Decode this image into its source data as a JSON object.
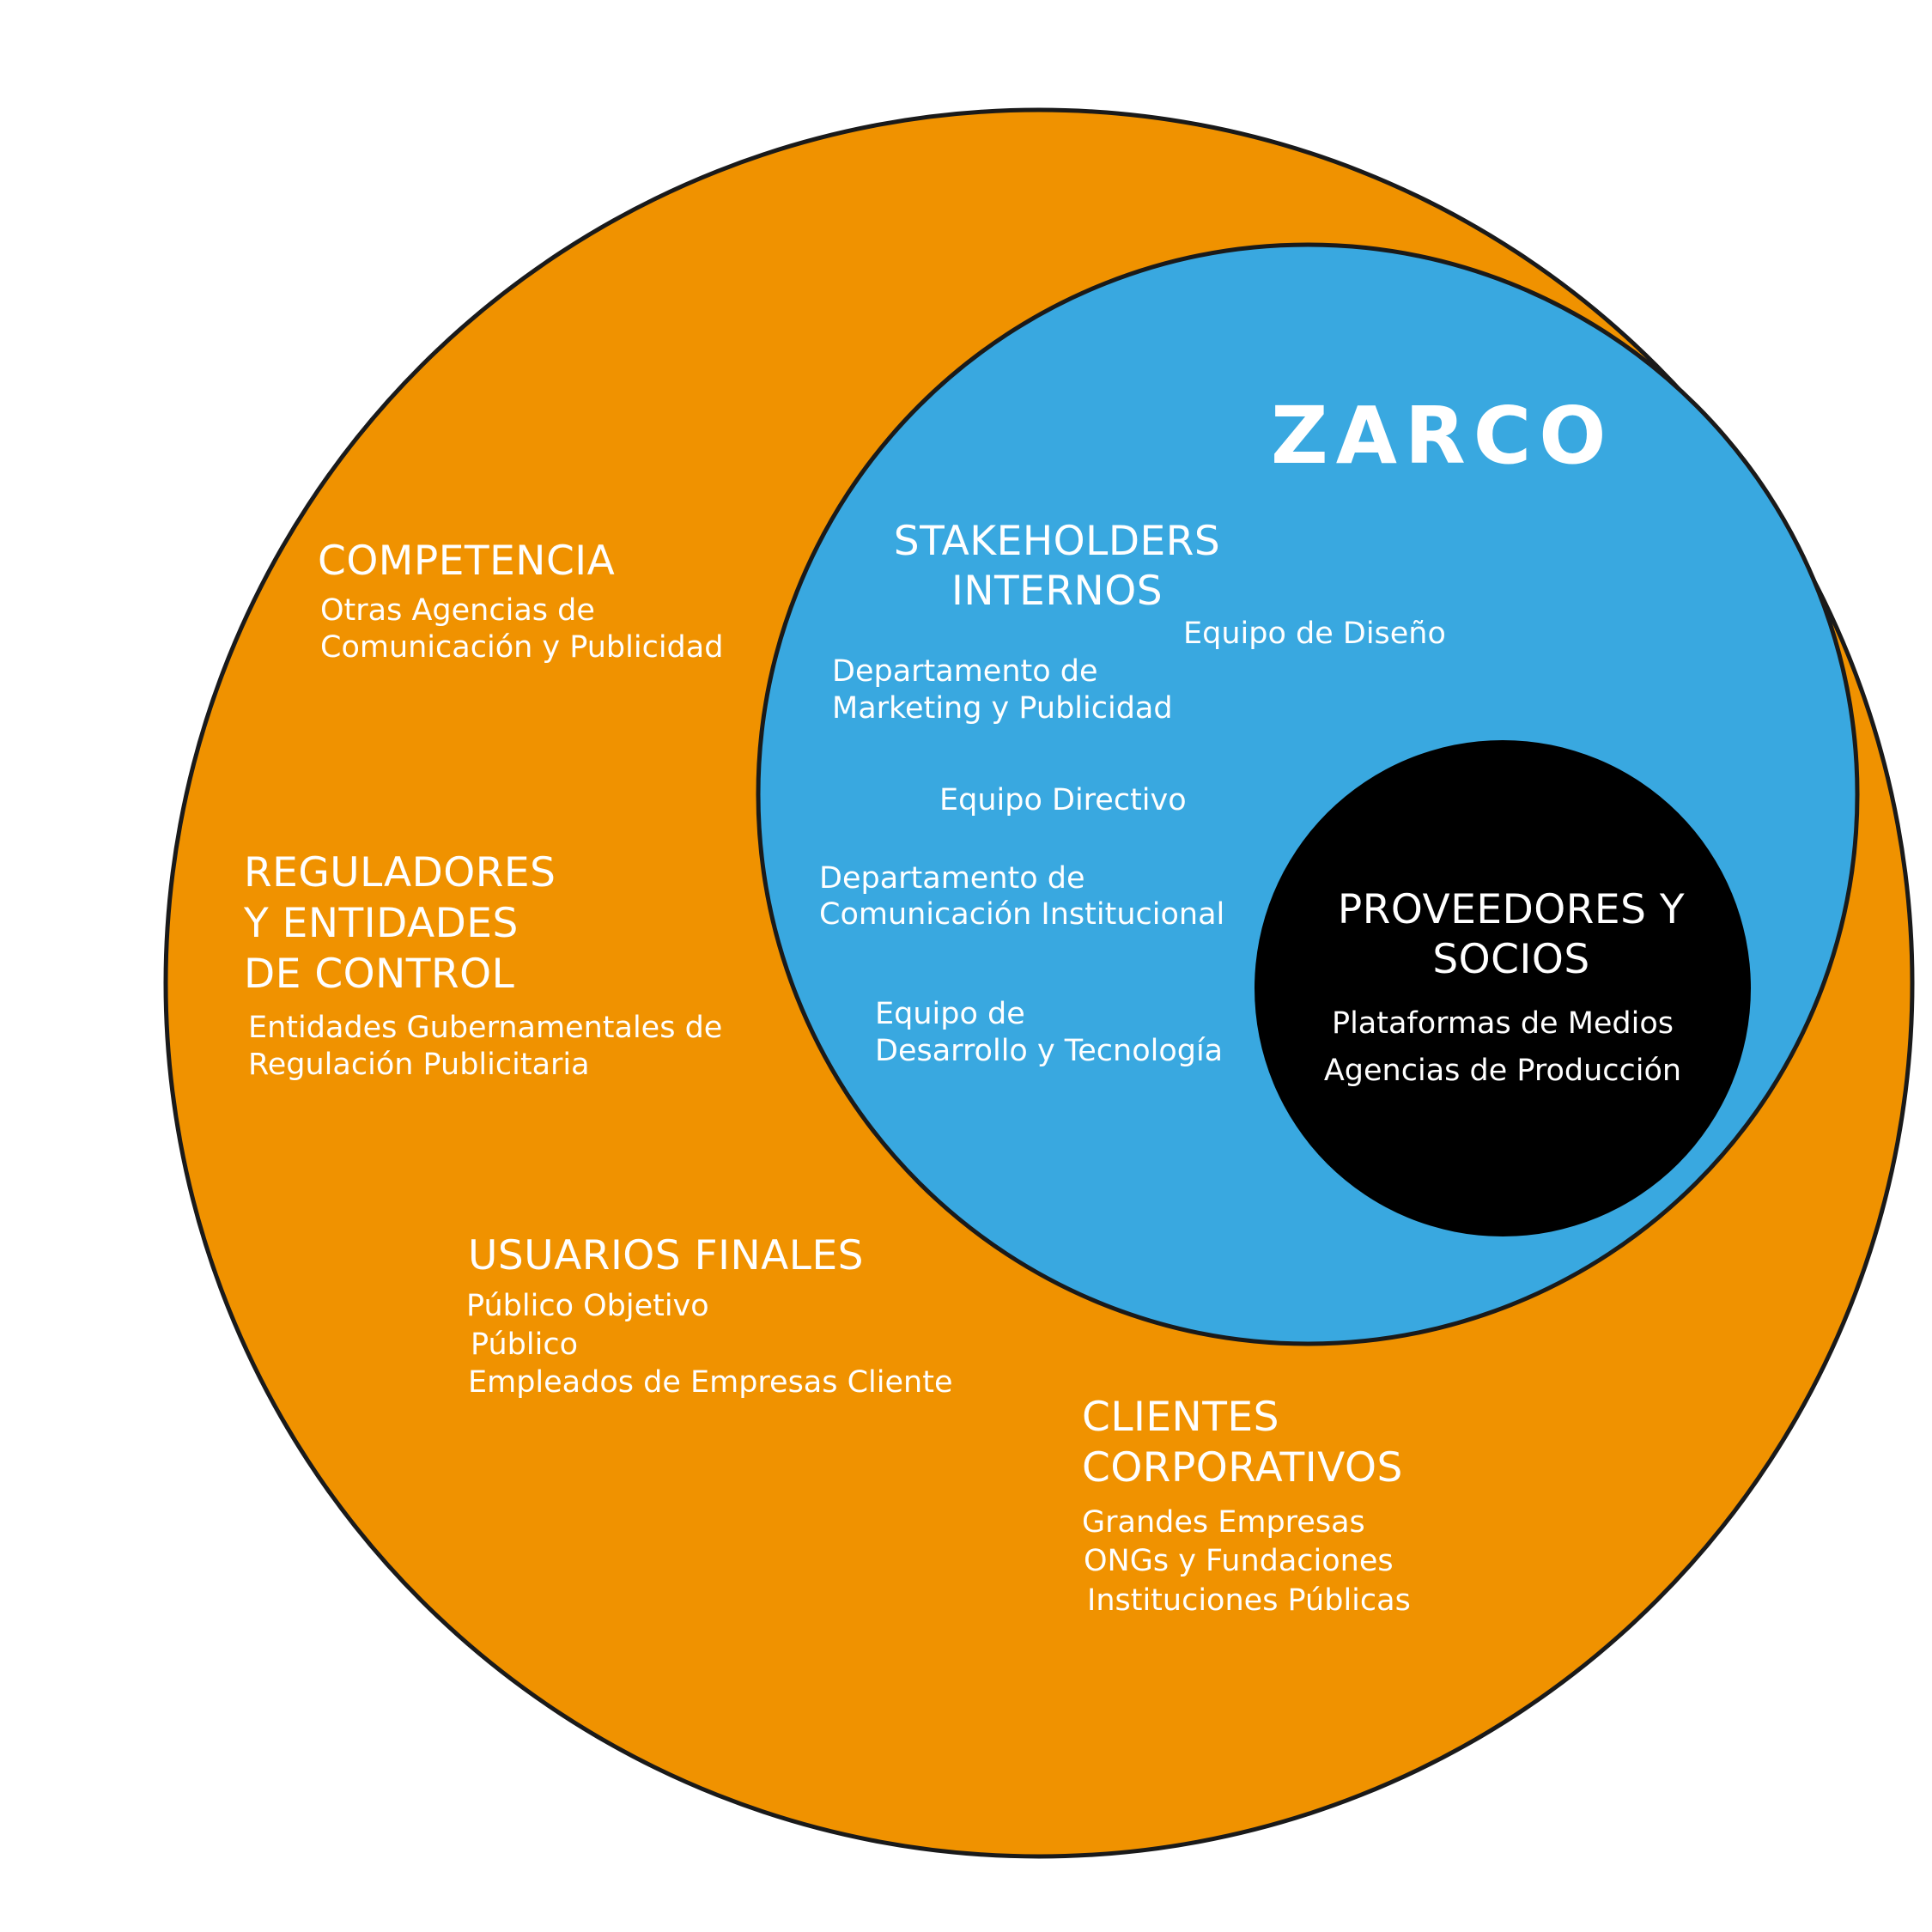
{
  "brand": {
    "name": "ZARCO"
  },
  "colors": {
    "outer_circle": "#F09200",
    "inner_circle": "#39A8E0",
    "core_circle": "#000000",
    "text": "#FFFFFF",
    "stroke": "#1A1A1A"
  },
  "outer_groups": {
    "competencia": {
      "title": "COMPETENCIA",
      "items": [
        "Otras Agencias de",
        "Comunicación y Publicidad"
      ]
    },
    "reguladores": {
      "title_lines": [
        "REGULADORES",
        "Y ENTIDADES",
        "DE CONTROL"
      ],
      "items": [
        "Entidades Gubernamentales de",
        "Regulación Publicitaria"
      ]
    },
    "usuarios": {
      "title": "USUARIOS FINALES",
      "items": [
        "Público Objetivo",
        "Público",
        "Empleados de Empresas Cliente"
      ]
    },
    "clientes": {
      "title_lines": [
        "CLIENTES",
        "CORPORATIVOS"
      ],
      "items": [
        "Grandes Empresas",
        "ONGs y Fundaciones",
        "Instituciones Públicas"
      ]
    }
  },
  "internal": {
    "title_lines": [
      "STAKEHOLDERS",
      "INTERNOS"
    ],
    "equipo_diseno": "Equipo de Diseño",
    "marketing": [
      "Departamento de",
      "Marketing y Publicidad"
    ],
    "directivo": "Equipo Directivo",
    "comunicacion": [
      "Departamento de",
      "Comunicación Institucional"
    ],
    "desarrollo": [
      "Equipo de",
      "Desarrollo y Tecnología"
    ]
  },
  "core": {
    "title_lines": [
      "PROVEEDORES Y",
      "SOCIOS"
    ],
    "items": [
      "Plataformas de Medios",
      "Agencias de Producción"
    ]
  }
}
